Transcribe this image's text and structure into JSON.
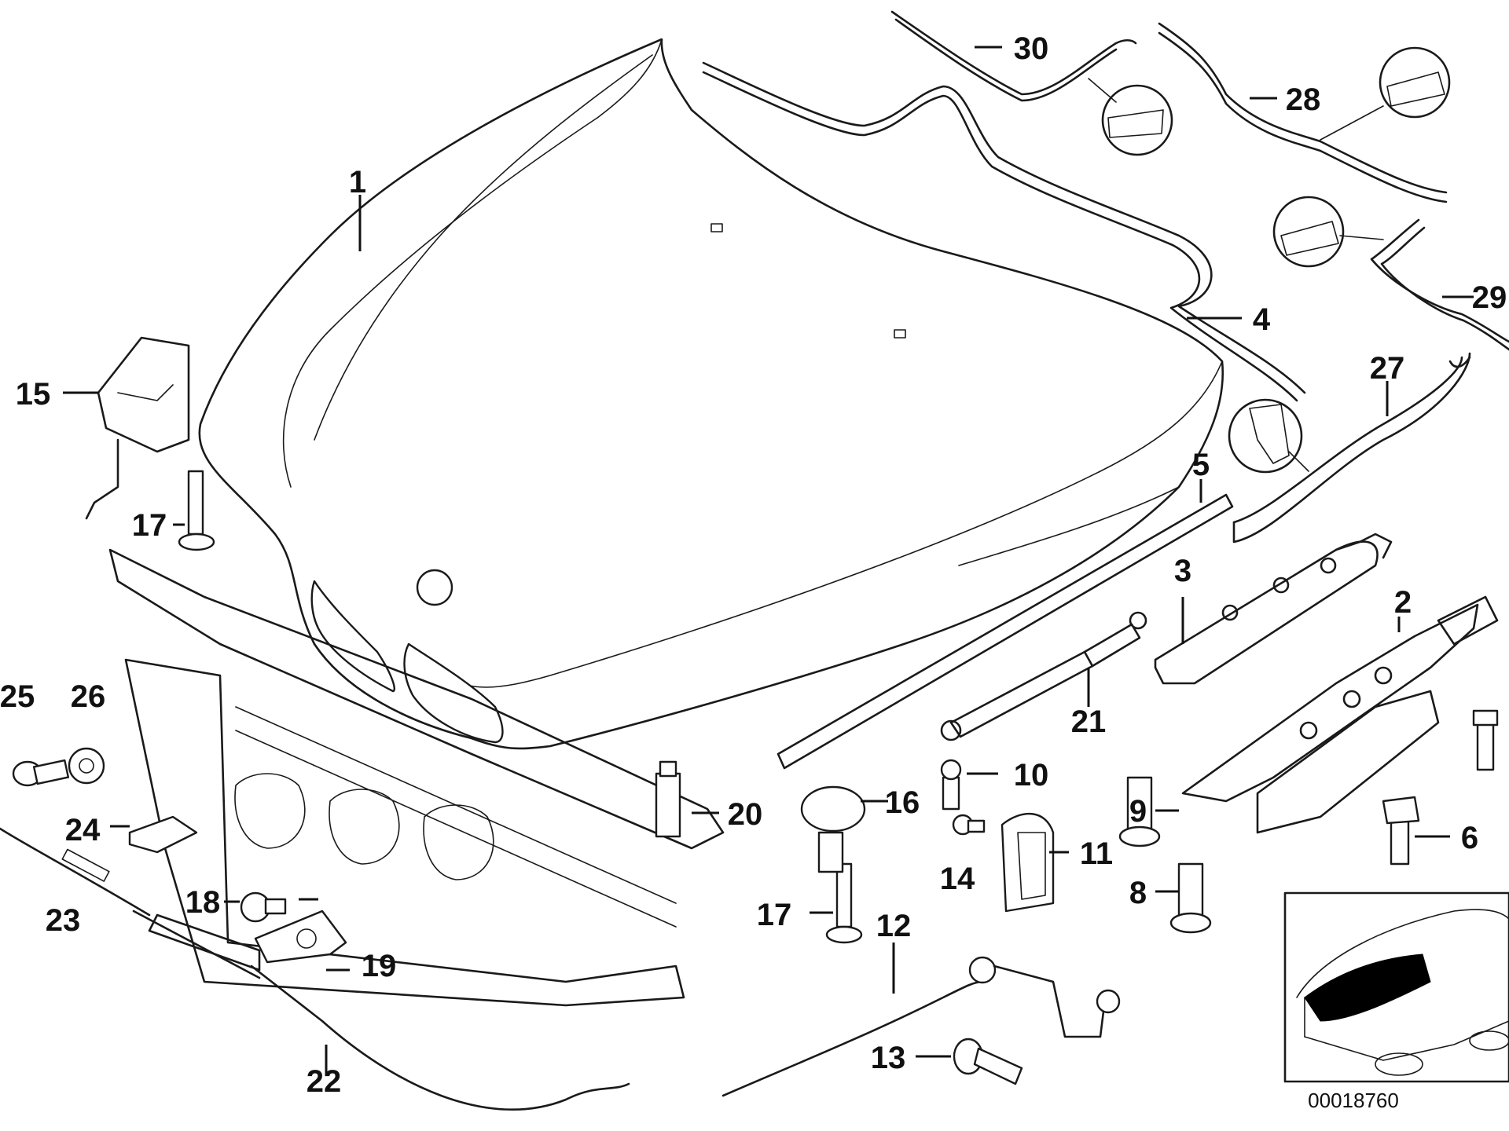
{
  "labels": {
    "p1": "1",
    "p2": "2",
    "p3": "3",
    "p4": "4",
    "p5": "5",
    "p6": "6",
    "p8": "8",
    "p9": "9",
    "p10": "10",
    "p11": "11",
    "p12": "12",
    "p13": "13",
    "p14": "14",
    "p15": "15",
    "p16": "16",
    "p17a": "17",
    "p17b": "17",
    "p18": "18",
    "p19": "19",
    "p20": "20",
    "p21": "21",
    "p22": "22",
    "p23": "23",
    "p24": "24",
    "p25": "25",
    "p26": "26",
    "p27": "27",
    "p28": "28",
    "p29": "29",
    "p30": "30"
  },
  "catalog_number": "00018760",
  "colors": {
    "ink": "#1a1a1a",
    "background": "#ffffff",
    "car_highlight": "#000000"
  }
}
